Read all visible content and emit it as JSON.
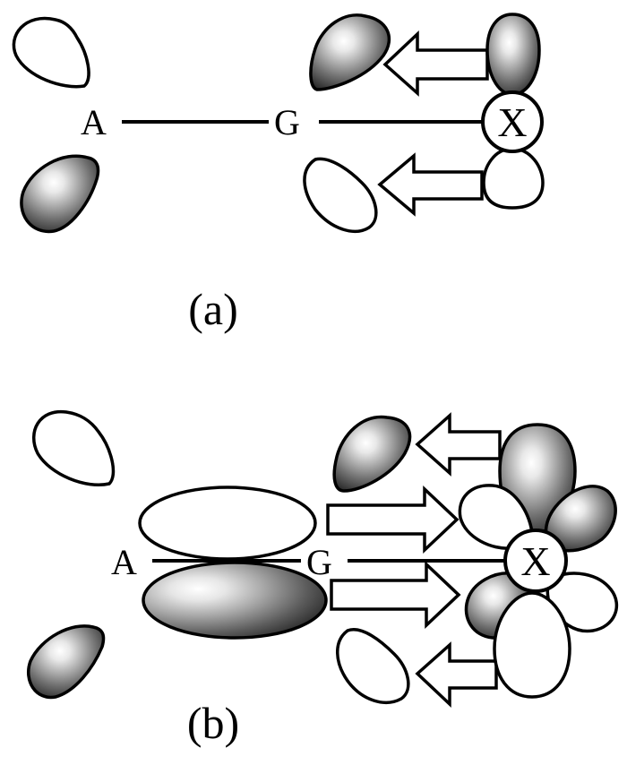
{
  "panel_a": {
    "atom_a": "A",
    "atom_g": "G",
    "atom_x": "X",
    "caption": "(a)"
  },
  "panel_b": {
    "atom_a": "A",
    "atom_g": "G",
    "atom_x": "X",
    "caption": "(b)"
  },
  "colors": {
    "outline": "#000000",
    "lobe_light": "#ffffff",
    "lobe_dark": "#2a2a2a",
    "background": "#ffffff"
  }
}
